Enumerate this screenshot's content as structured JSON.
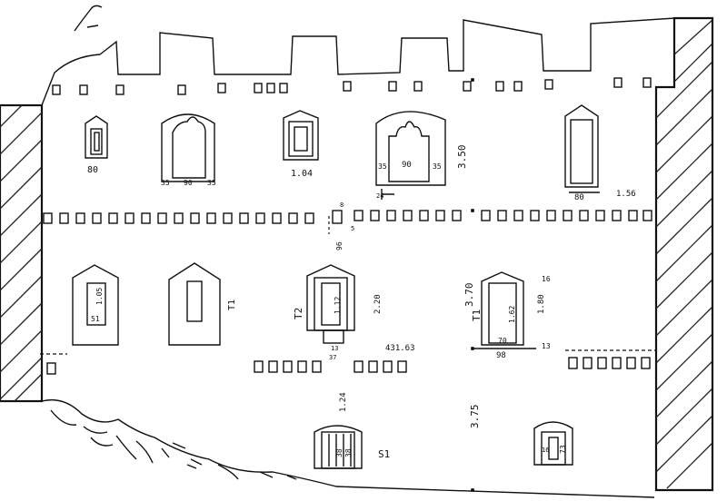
{
  "labels": {
    "w1": "80",
    "w2a": "35",
    "w2b": "90",
    "w2c": "35",
    "w3": "1.04",
    "w4a": "35",
    "w4b": "90",
    "w4c": "35",
    "w4d": "24",
    "h1": "3.50",
    "w5a": "80",
    "w5b": "1.56",
    "mid1": "8",
    "mid2": "5",
    "mid3": "96",
    "t0a": "1.05",
    "t0b": "51",
    "T1": "T1",
    "T2": "T2",
    "t2a": "1.12",
    "t2b": "2.20",
    "t2c": "431.63",
    "t2d": "13",
    "t2e": "37",
    "t2f": "1.24",
    "h2": "3.70",
    "T3": "T1",
    "t3a": "1.62",
    "t3b": "1.80",
    "t3c": "16",
    "t3d": "70",
    "t3e": "98",
    "t3f": "13",
    "h3": "3.75",
    "s1a": "38",
    "s1b": "38",
    "S1": "S1",
    "d2a": "16",
    "d2b": "73"
  }
}
